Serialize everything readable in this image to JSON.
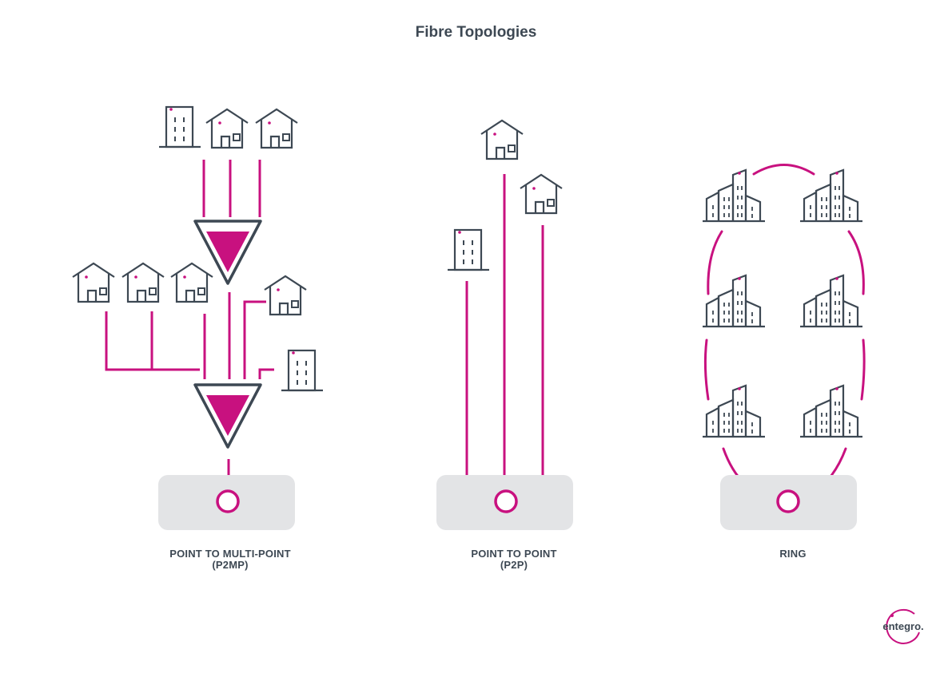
{
  "diagram": {
    "title": "Fibre Topologies",
    "panels": [
      {
        "id": "p2mp",
        "label_line1": "POINT TO MULTI-POINT",
        "label_line2": "(P2MP)"
      },
      {
        "id": "p2p",
        "label_line1": "POINT TO POINT",
        "label_line2": "(P2P)"
      },
      {
        "id": "ring",
        "label_line1": "RING",
        "label_line2": ""
      }
    ]
  },
  "brand": {
    "logo_text": "entegro."
  },
  "colors": {
    "accent": "#c8117f",
    "ink": "#3d4853",
    "hub_fill": "#e3e4e6"
  }
}
